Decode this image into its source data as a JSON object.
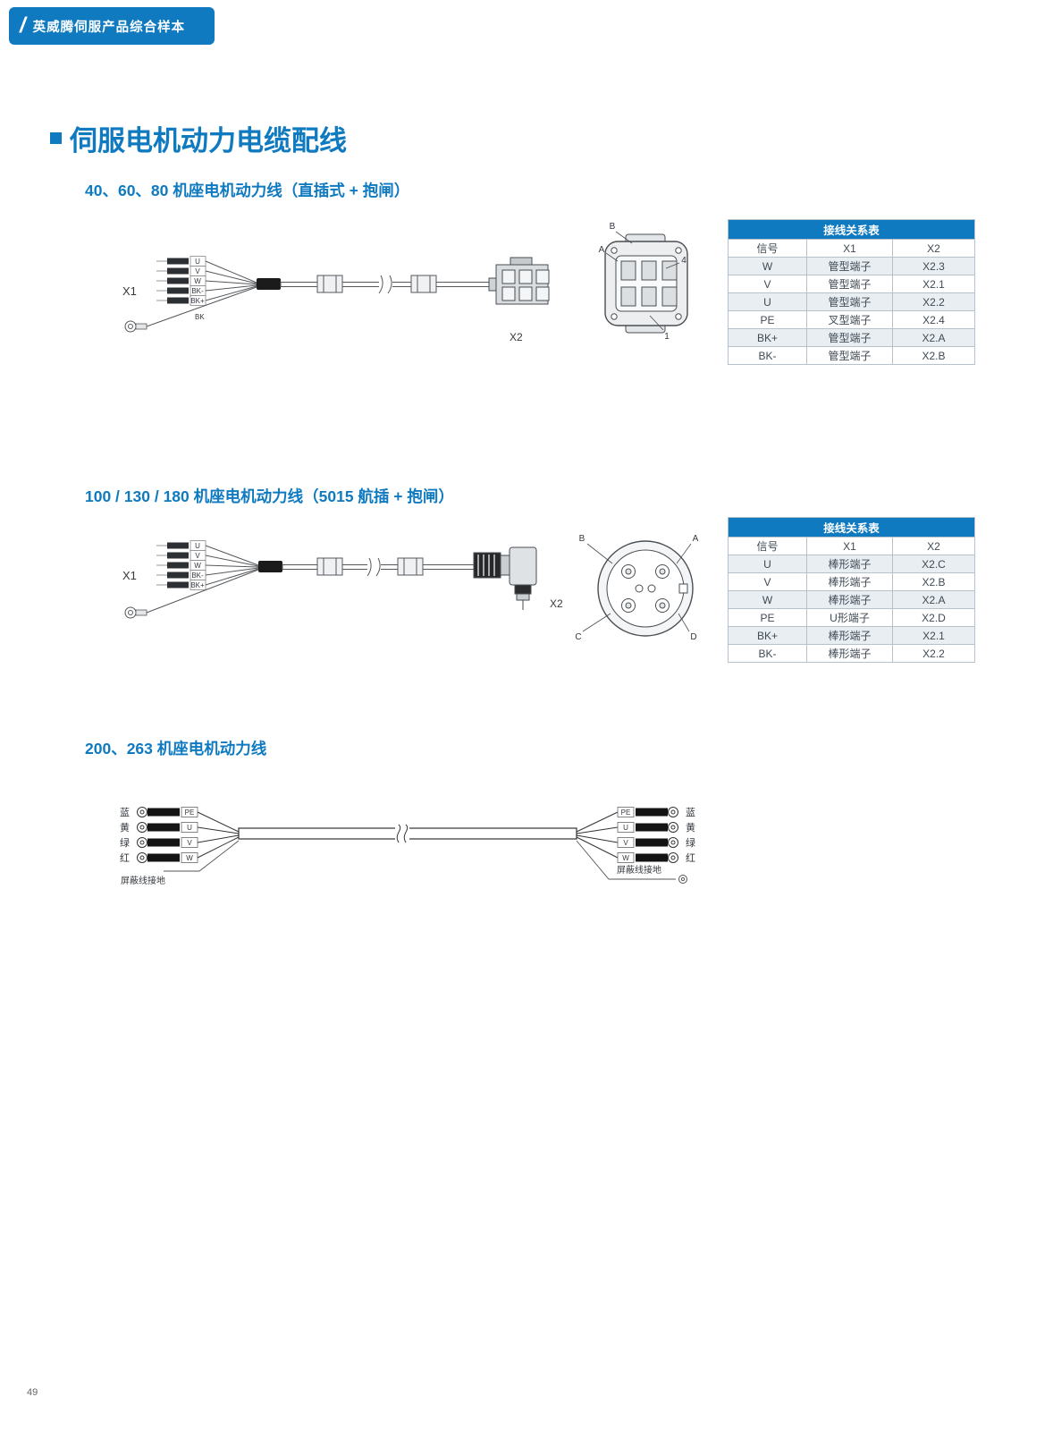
{
  "page": {
    "brand_tab": "英威腾伺服产品综合样本",
    "slash": "/",
    "page_number": "49"
  },
  "title": {
    "text": "伺服电机动力电缆配线"
  },
  "colors": {
    "brand_blue": "#0f7ac0"
  },
  "section1": {
    "heading": "40、60、80 机座电机动力线（直插式 + 抱闸）",
    "diagram": {
      "x1": "X1",
      "x2": "X2",
      "wires": [
        "U",
        "V",
        "W",
        "BK-",
        "BK+"
      ],
      "bk_label": "BK",
      "pins": {
        "a": "A",
        "b": "B",
        "p4": "4",
        "p1": "1"
      }
    },
    "table": {
      "title": "接线关系表",
      "columns": [
        "信号",
        "X1",
        "X2"
      ],
      "rows": [
        [
          "W",
          "管型端子",
          "X2.3"
        ],
        [
          "V",
          "管型端子",
          "X2.1"
        ],
        [
          "U",
          "管型端子",
          "X2.2"
        ],
        [
          "PE",
          "叉型端子",
          "X2.4"
        ],
        [
          "BK+",
          "管型端子",
          "X2.A"
        ],
        [
          "BK-",
          "管型端子",
          "X2.B"
        ]
      ]
    }
  },
  "section2": {
    "heading": "100 / 130 / 180 机座电机动力线（5015 航插 + 抱闸）",
    "diagram": {
      "x1": "X1",
      "x2": "X2",
      "wires": [
        "U",
        "V",
        "W",
        "BK-",
        "BK+"
      ],
      "pins": {
        "a": "A",
        "b": "B",
        "c": "C",
        "d": "D"
      }
    },
    "table": {
      "title": "接线关系表",
      "columns": [
        "信号",
        "X1",
        "X2"
      ],
      "rows": [
        [
          "U",
          "棒形端子",
          "X2.C"
        ],
        [
          "V",
          "棒形端子",
          "X2.B"
        ],
        [
          "W",
          "棒形端子",
          "X2.A"
        ],
        [
          "PE",
          "U形端子",
          "X2.D"
        ],
        [
          "BK+",
          "棒形端子",
          "X2.1"
        ],
        [
          "BK-",
          "棒形端子",
          "X2.2"
        ]
      ]
    }
  },
  "section3": {
    "heading": "200、263 机座电机动力线",
    "diagram": {
      "left_colors": [
        "蓝",
        "黄",
        "绿",
        "红"
      ],
      "right_colors": [
        "蓝",
        "黄",
        "绿",
        "红"
      ],
      "terminals": [
        "PE",
        "U",
        "V",
        "W"
      ],
      "shield_left": "屏蔽线接地",
      "shield_right": "屏蔽线接地"
    }
  }
}
